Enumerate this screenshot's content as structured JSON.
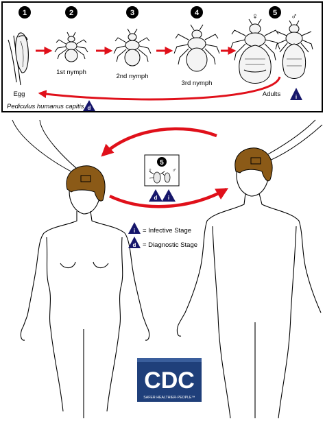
{
  "stages": [
    {
      "number": "1",
      "label": "Egg"
    },
    {
      "number": "2",
      "label": "1st nymph"
    },
    {
      "number": "3",
      "label": "2nd nymph"
    },
    {
      "number": "4",
      "label": "3rd nymph"
    },
    {
      "number": "5",
      "label": "Adults"
    }
  ],
  "species": "Pediculus humanus capitis",
  "symbols": {
    "female": "♀",
    "male": "♂",
    "infective_letter": "i",
    "diagnostic_letter": "d"
  },
  "host_stage_number": "5",
  "legend": {
    "infective": "= Infective Stage",
    "diagnostic": "= Diagnostic Stage"
  },
  "logo": {
    "text": "CDC",
    "tagline": "SAFER·HEALTHIER·PEOPLE™"
  },
  "colors": {
    "arrow_red": "#e0101a",
    "hair_brown": "#8b5a17",
    "marker_navy": "#16166b",
    "logo_blue": "#1f3f7a"
  }
}
